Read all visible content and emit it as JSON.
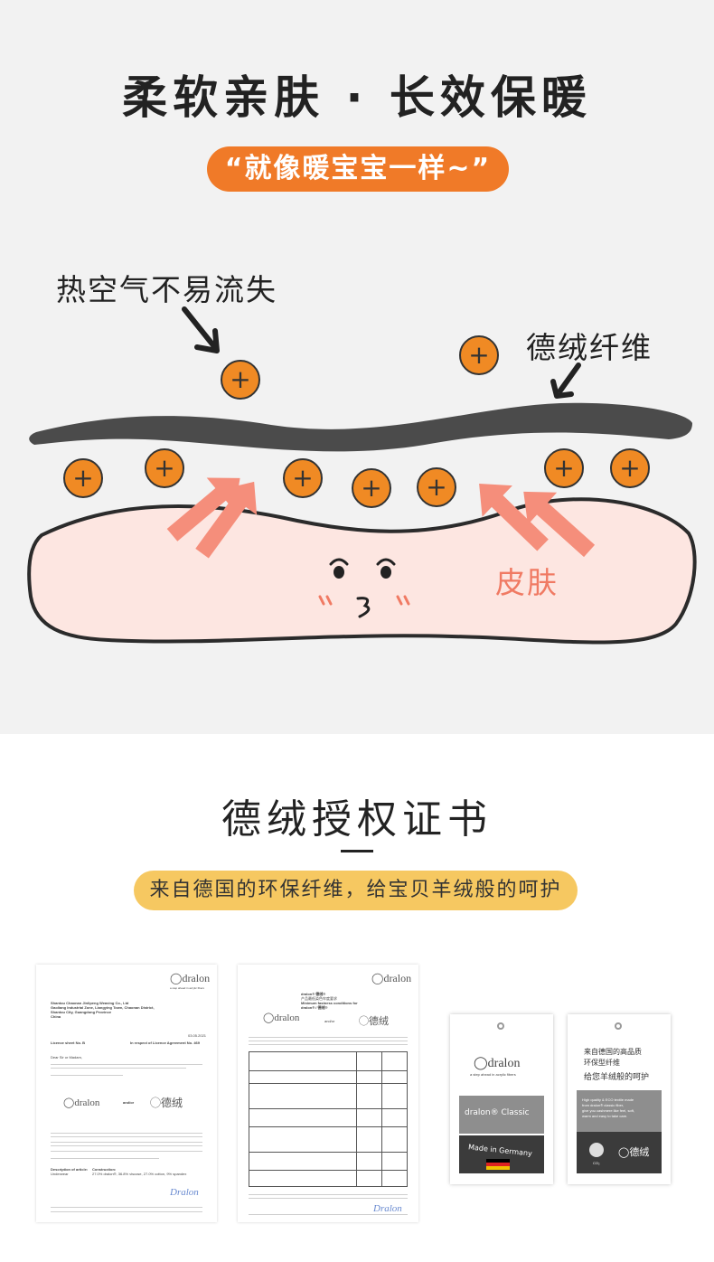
{
  "section1": {
    "title": "柔软亲肤 · 长效保暖",
    "pill": "“就像暖宝宝一样~”",
    "label_heat": "热空气不易流失",
    "label_fiber": "德绒纤维",
    "label_skin": "皮肤",
    "plus_symbol": "+",
    "colors": {
      "accent": "#f07a28",
      "skin": "#fde6e1",
      "arrow": "#f58e7b"
    }
  },
  "section2": {
    "title": "德绒授权证书",
    "pill": "来自德国的环保纤维，给宝贝羊绒般的呵护",
    "doc1": {
      "logo": "dralon",
      "tagline": "a step ahead in acrylic fibers",
      "company": "Shantou Chaonan Jinlipeng Weaving Co., Ltd",
      "company2": "Gaoliang Industrial Zone, Liangying Town, Chaonan District,",
      "company3": "Shantou City, Guangdong Province",
      "company4": "China",
      "date": "03.05.2021",
      "licence": "Licence sheet No.  B",
      "agreement": "In respect of Licence Agreement No.  469",
      "dear": "Dear Sir or Madam,",
      "and_or": "and/or",
      "construction_label": "Description of article:",
      "construction_value": "Underwear",
      "construction_head": "Construction:",
      "construction_text": "27.0% dralon®, 36.8% viscose, 27.0% cotton, 9% spandex"
    },
    "doc2": {
      "logo": "dralon",
      "title_cn": "dralon® 德绒®",
      "subtitle": "产品最低染色牢度要求",
      "subtitle2": "Minimum fastness conditions for",
      "subtitle3": "dralon® / 德绒®",
      "and_or": "and/or",
      "logo_cn": "德绒"
    },
    "tag1": {
      "logo": "dralon",
      "tagline": "a step ahead in acrylic fibers",
      "band": "dralon® Classic",
      "made": "Made in Germany"
    },
    "tag2": {
      "line1": "来自德国的高品质",
      "line2": "环保型纤维",
      "line3": "给您羊绒般的呵护",
      "en1": "High quality & ECO textile made",
      "en2": "from dralon® classic fiber,",
      "en3": "give you cashmere like feel, soft,",
      "en4": "warm and easy to take care.",
      "logo_cn": "德绒",
      "co2": "CO₂"
    }
  }
}
